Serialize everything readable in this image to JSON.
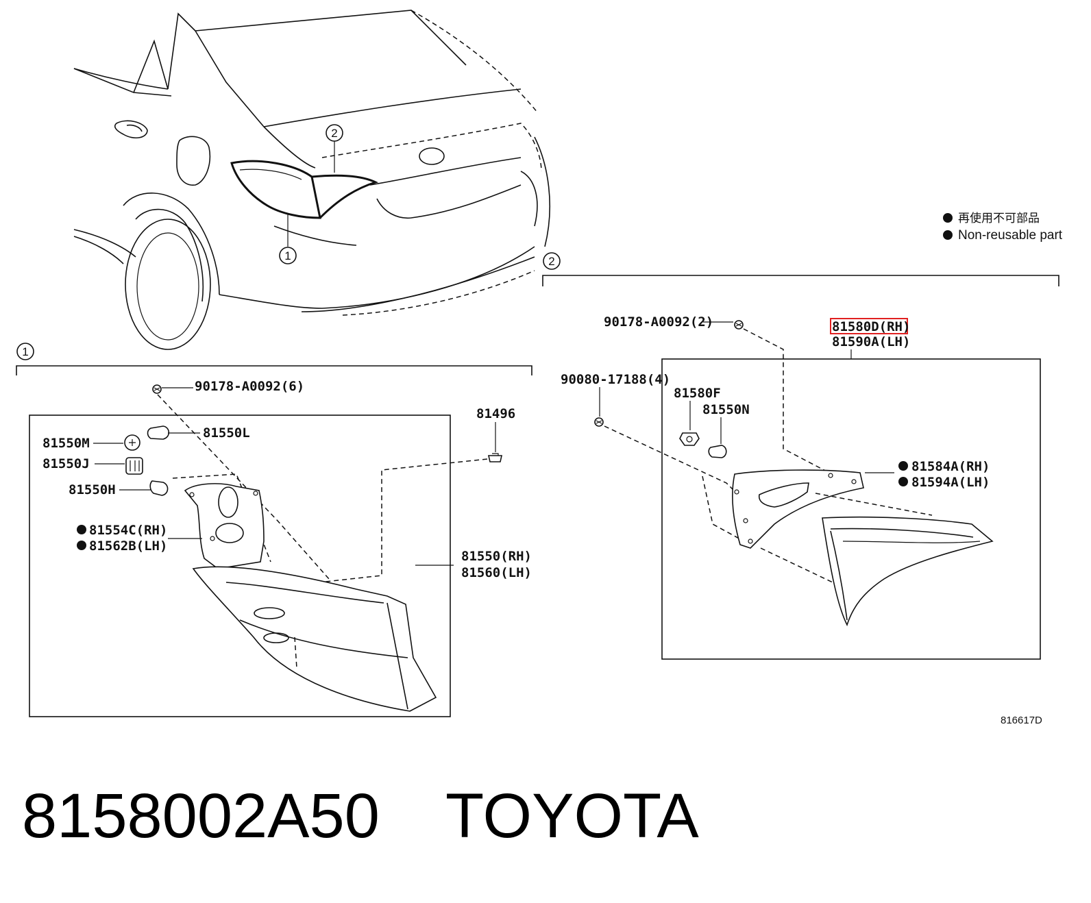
{
  "callouts": {
    "one": "1",
    "two": "2"
  },
  "legend": {
    "jp": "再使用不可部品",
    "en": "Non-reusable part"
  },
  "group1": {
    "screw_top": "90178-A0092(6)",
    "p81550M": "81550M",
    "p81550L": "81550L",
    "p81550J": "81550J",
    "p81550H": "81550H",
    "p81496": "81496",
    "p81554C": "81554C(RH)",
    "p81562B": "81562B(LH)",
    "p81550": "81550(RH)",
    "p81560": "81560(LH)"
  },
  "group2": {
    "screw_top": "90178-A0092(2)",
    "p81580D": "81580D(RH)",
    "p81590A": "81590A(LH)",
    "screw_left": "90080-17188(4)",
    "p81580F": "81580F",
    "p81550N": "81550N",
    "p81584A": "81584A(RH)",
    "p81594A": "81594A(LH)"
  },
  "figure_code": "816617D",
  "footer": {
    "part_number": "8158002A50",
    "brand": "TOYOTA"
  },
  "colors": {
    "highlight": "#e02020",
    "line": "#111111"
  }
}
